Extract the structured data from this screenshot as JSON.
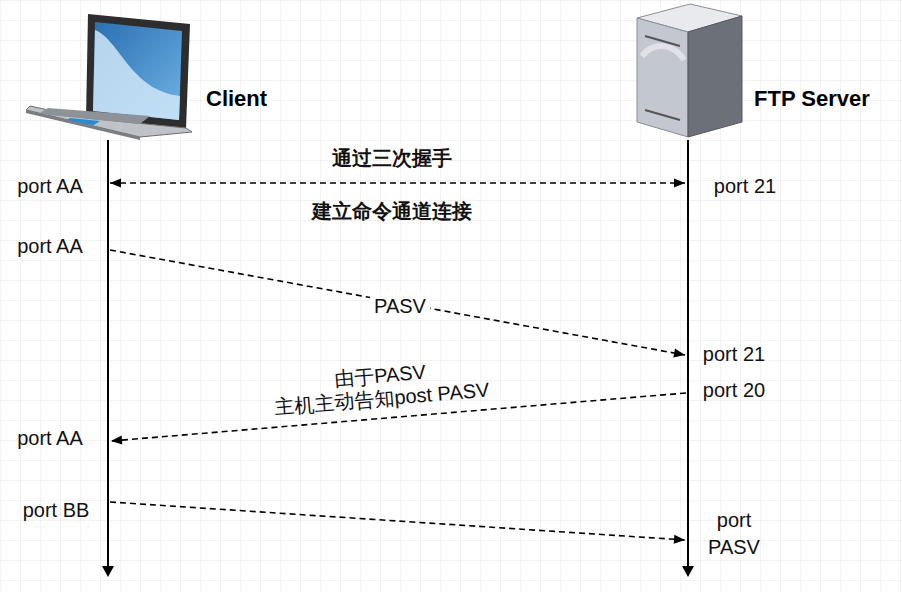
{
  "diagram": {
    "nodes": [
      {
        "text": [
          "Client"
        ]
      },
      {
        "text": [
          "FTP Server"
        ]
      }
    ],
    "edges": [
      {
        "from": 0,
        "to": 1,
        "arrow": "both",
        "label": "通过三次握手"
      },
      {
        "from": 0,
        "to": 1,
        "arrow": "to",
        "label": "PASV"
      },
      {
        "from": 1,
        "to": 0,
        "arrow": "to",
        "label": "主机主动告知post PASV"
      },
      {
        "from": 0,
        "to": 1,
        "arrow": "to"
      }
    ],
    "labels": [
      "port AA",
      "port 21",
      "建立命令通道连接",
      "port AA",
      "port 21",
      "由于PASV",
      "port 20",
      "port AA",
      "port BB",
      "port PASV"
    ]
  }
}
